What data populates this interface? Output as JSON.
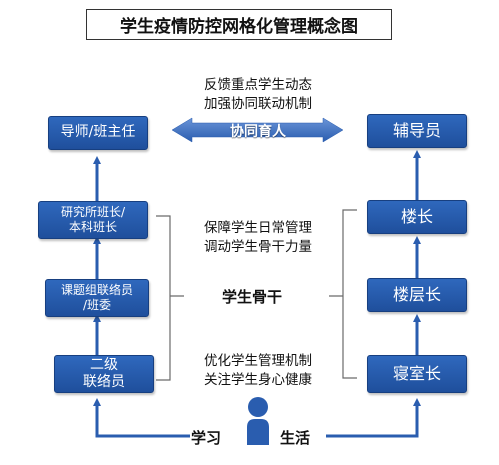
{
  "title": "学生疫情防控网格化管理概念图",
  "top_note": {
    "line1": "反馈重点学生动态",
    "line2": "加强协同联动机制"
  },
  "cooperation_label": "协同育人",
  "left_column": [
    {
      "line1": "导师/班主任",
      "line2": ""
    },
    {
      "line1": "研究所班长/",
      "line2": "本科班长"
    },
    {
      "line1": "课题组联络员",
      "line2": "/班委"
    },
    {
      "line1": "二级",
      "line2": "联络员"
    }
  ],
  "right_column": [
    {
      "label": "辅导员"
    },
    {
      "label": "楼长"
    },
    {
      "label": "楼层长"
    },
    {
      "label": "寝室长"
    }
  ],
  "middle_note_upper": {
    "line1": "保障学生日常管理",
    "line2": "调动学生骨干力量"
  },
  "center_label": "学生骨干",
  "middle_note_lower": {
    "line1": "优化学生管理机制",
    "line2": "关注学生身心健康"
  },
  "bottom": {
    "left_label": "学习",
    "right_label": "生活",
    "person_icon": "person-icon"
  },
  "colors": {
    "box": "#2a5daf",
    "arrow": "#2a5daf",
    "text": "#111111"
  }
}
